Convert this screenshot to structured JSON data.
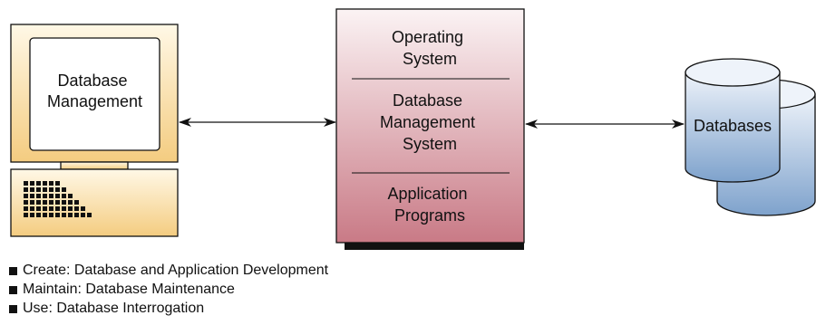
{
  "computer": {
    "screen_lines": [
      "Database",
      "Management"
    ]
  },
  "stack": {
    "layers": [
      {
        "lines": [
          "Operating",
          "System"
        ]
      },
      {
        "lines": [
          "Database",
          "Management",
          "System"
        ]
      },
      {
        "lines": [
          "Application",
          "Programs"
        ]
      }
    ]
  },
  "storage": {
    "label": "Databases"
  },
  "legend": {
    "items": [
      "Create: Database and Application Development",
      "Maintain: Database Maintenance",
      "Use: Database Interrogation"
    ]
  },
  "colors": {
    "computer_fill_top": "#fff8e6",
    "computer_fill_bottom": "#f4cc80",
    "stack_fill_top": "#fbf3f4",
    "stack_fill_bottom": "#c97a86",
    "cylinder_fill_top": "#eef3fa",
    "cylinder_fill_bottom": "#7ea2cc",
    "outline": "#111111"
  },
  "icons": {
    "computer": "desktop-computer-icon",
    "database": "database-cylinders-icon",
    "bullet": "square-bullet-icon"
  }
}
